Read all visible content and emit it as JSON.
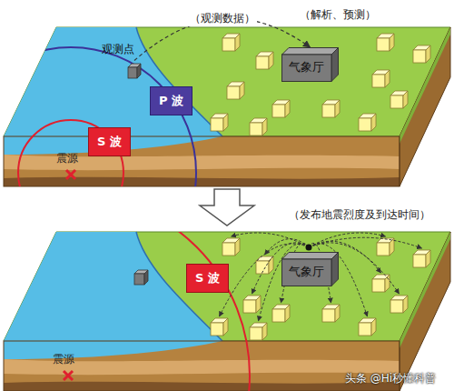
{
  "diagram": {
    "nodes": [
      {
        "text": [
          "观测点"
        ]
      },
      {
        "text": [
          "P 波"
        ]
      },
      {
        "text": [
          "S 波"
        ]
      },
      {
        "text": [
          "气象厅"
        ]
      },
      {
        "text": [
          "S 波"
        ]
      },
      {
        "text": [
          "气象厅"
        ]
      }
    ],
    "edges": [
      {
        "from": 0,
        "to": 3,
        "arrow": "to",
        "label": "（观测数据）"
      }
    ],
    "labels": [
      "（解析、预测）",
      "震源",
      "（发布地震烈度及到达时间）",
      "震源",
      "头条 @Hi秒懂科普"
    ]
  }
}
